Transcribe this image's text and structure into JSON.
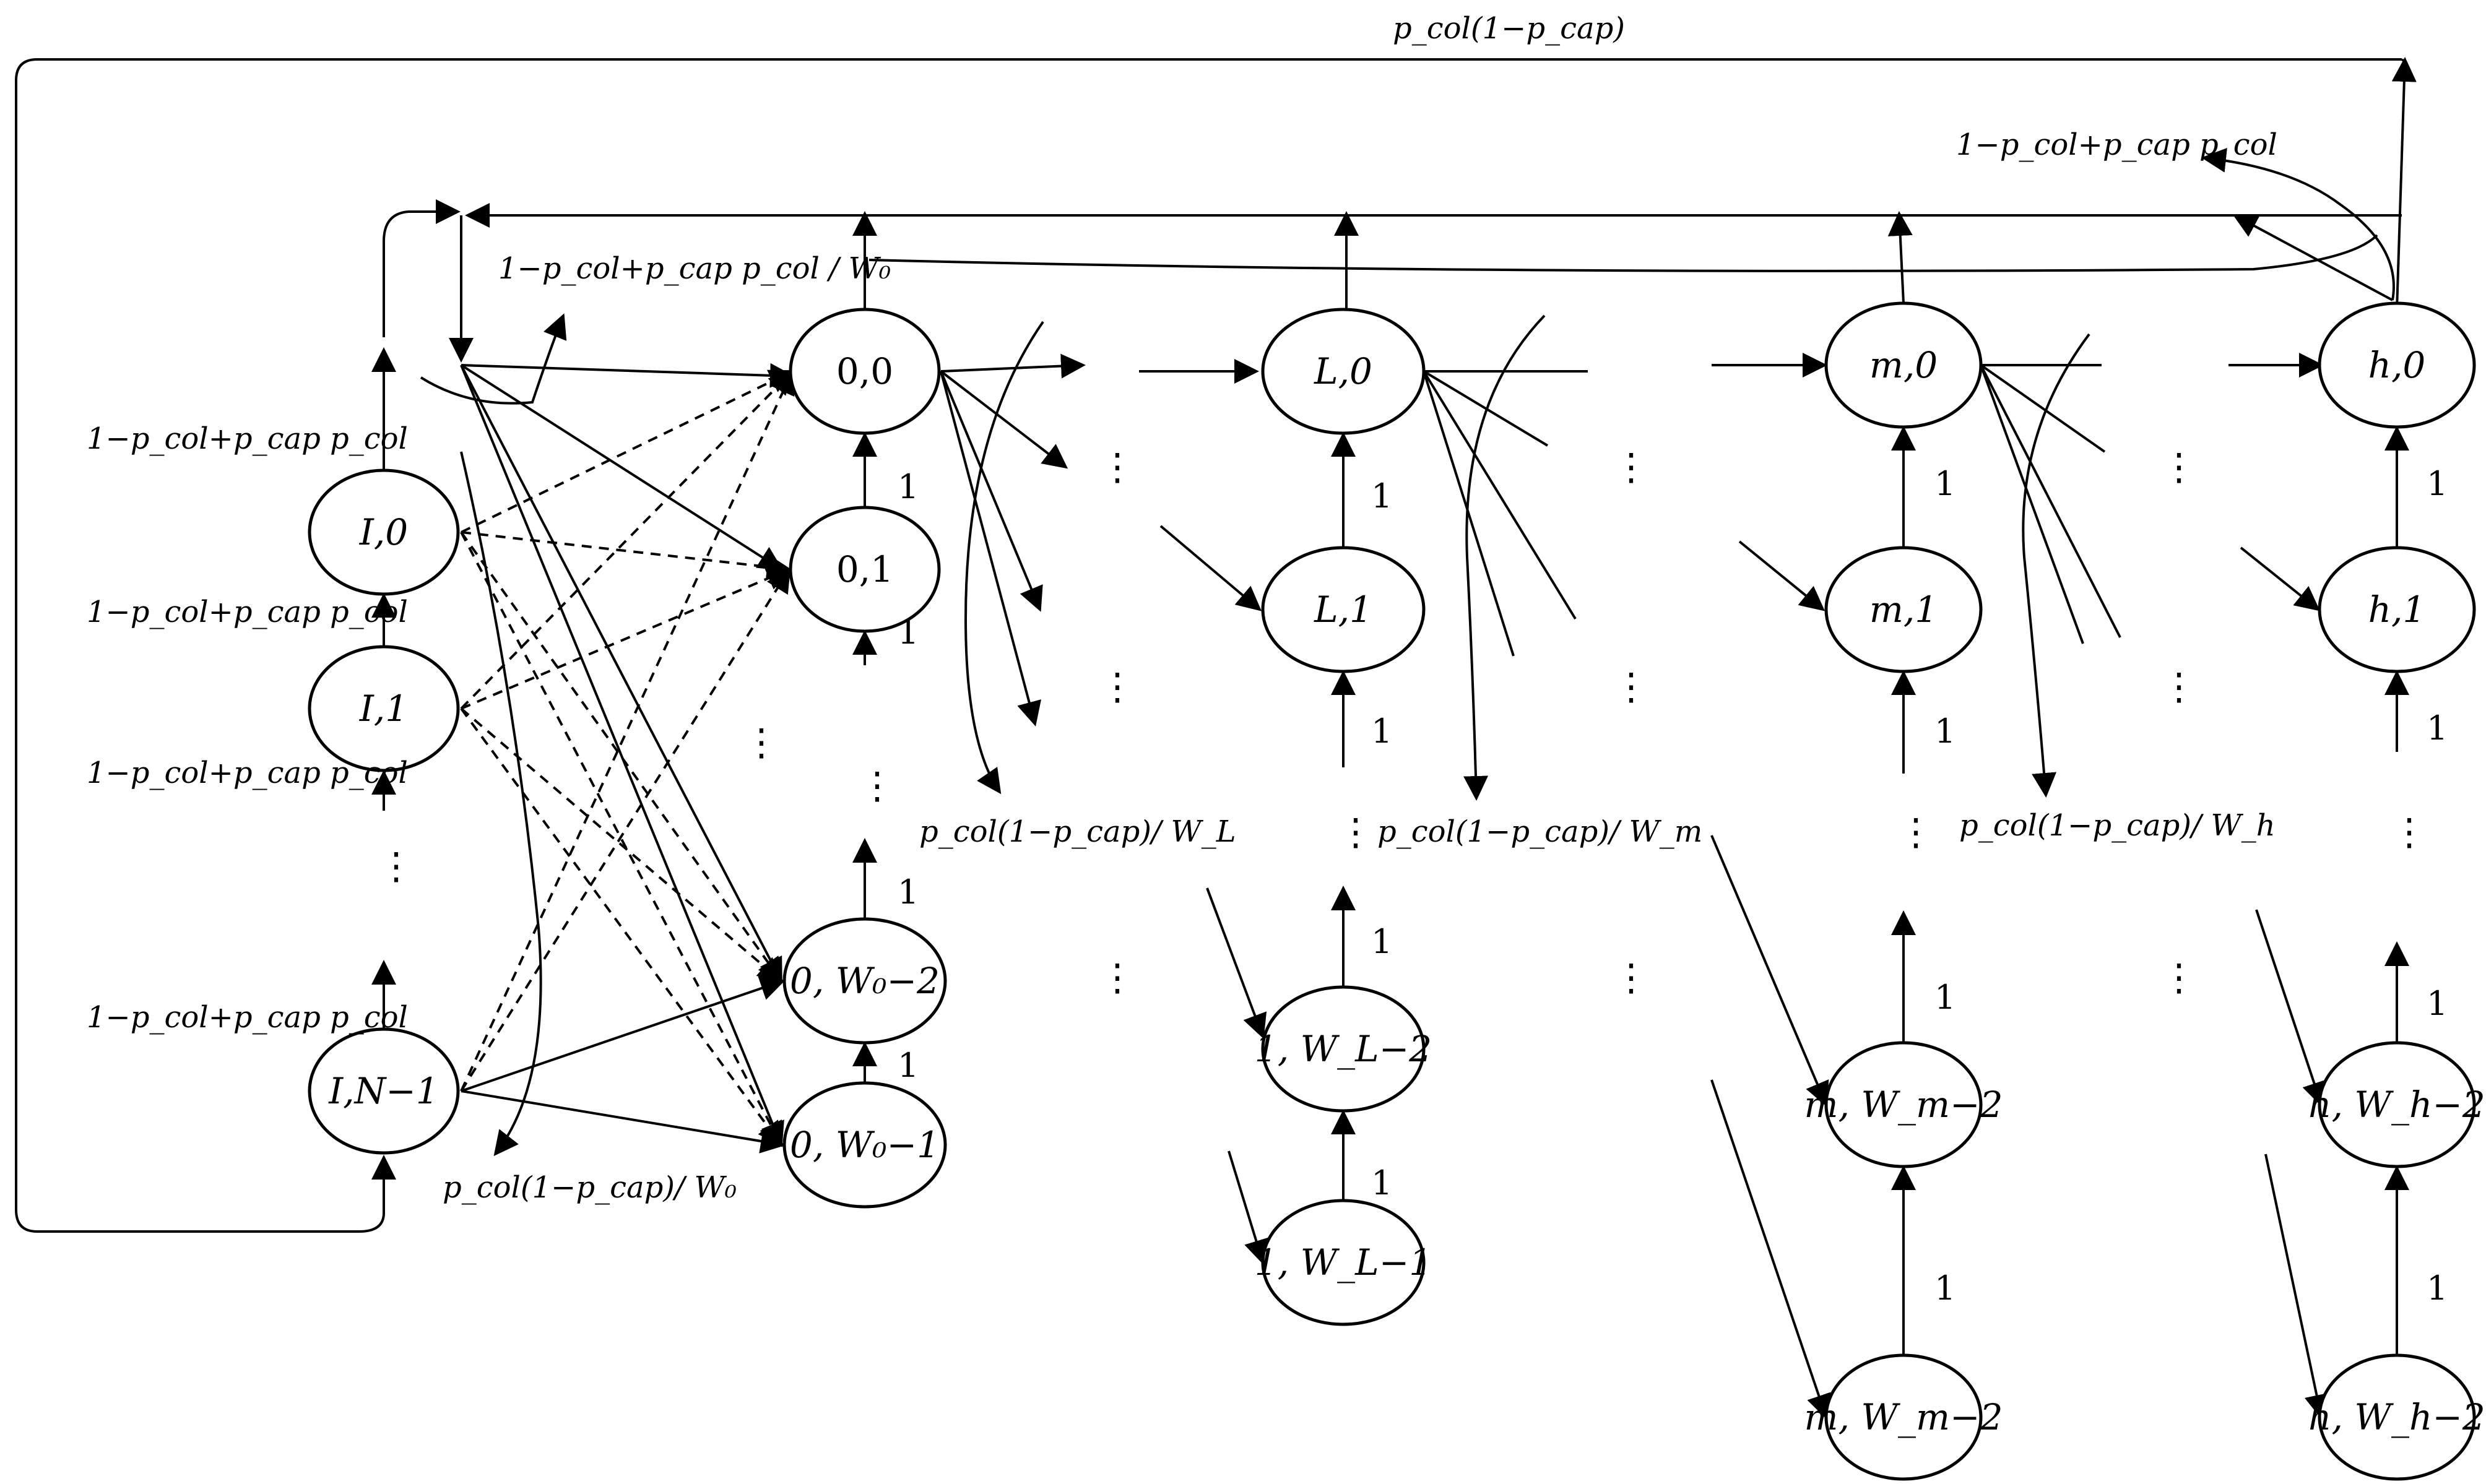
{
  "nodes": {
    "I0": "I,0",
    "I1": "I,1",
    "IN": "I,N−1",
    "s00": "0,0",
    "s01": "0,1",
    "s0W2": "0, W₀−2",
    "s0W1": "0, W₀−1",
    "L0": "L,0",
    "L1": "L,1",
    "LW2": "1, W_L−2",
    "LW1": "1, W_L−1",
    "m0": "m,0",
    "m1": "m,1",
    "mW2": "m, W_m−2",
    "mW2b": "m, W_m−2",
    "h0": "h,0",
    "h1": "h,1",
    "hW2": "h, W_h−2",
    "hW2b": "h, W_h−2"
  },
  "edge_labels": {
    "top_loop": "p_col(1−p_cap)",
    "h0_self": "1−p_col+p_cap p_col",
    "stage0_feedback": "1−p_col+p_cap p_col / W₀",
    "I0_up": "1−p_col+p_cap p_col",
    "I1_up": "1−p_col+p_cap p_col",
    "I_dots_up": "1−p_col+p_cap p_col",
    "IN_up": "1−p_col+p_cap p_col",
    "to_stage0": "p_col(1−p_cap)/ W₀",
    "to_stageL": "p_col(1−p_cap)/ W_L",
    "to_stagem": "p_col(1−p_cap)/ W_m",
    "to_stageh": "p_col(1−p_cap)/ W_h",
    "one": "1"
  }
}
